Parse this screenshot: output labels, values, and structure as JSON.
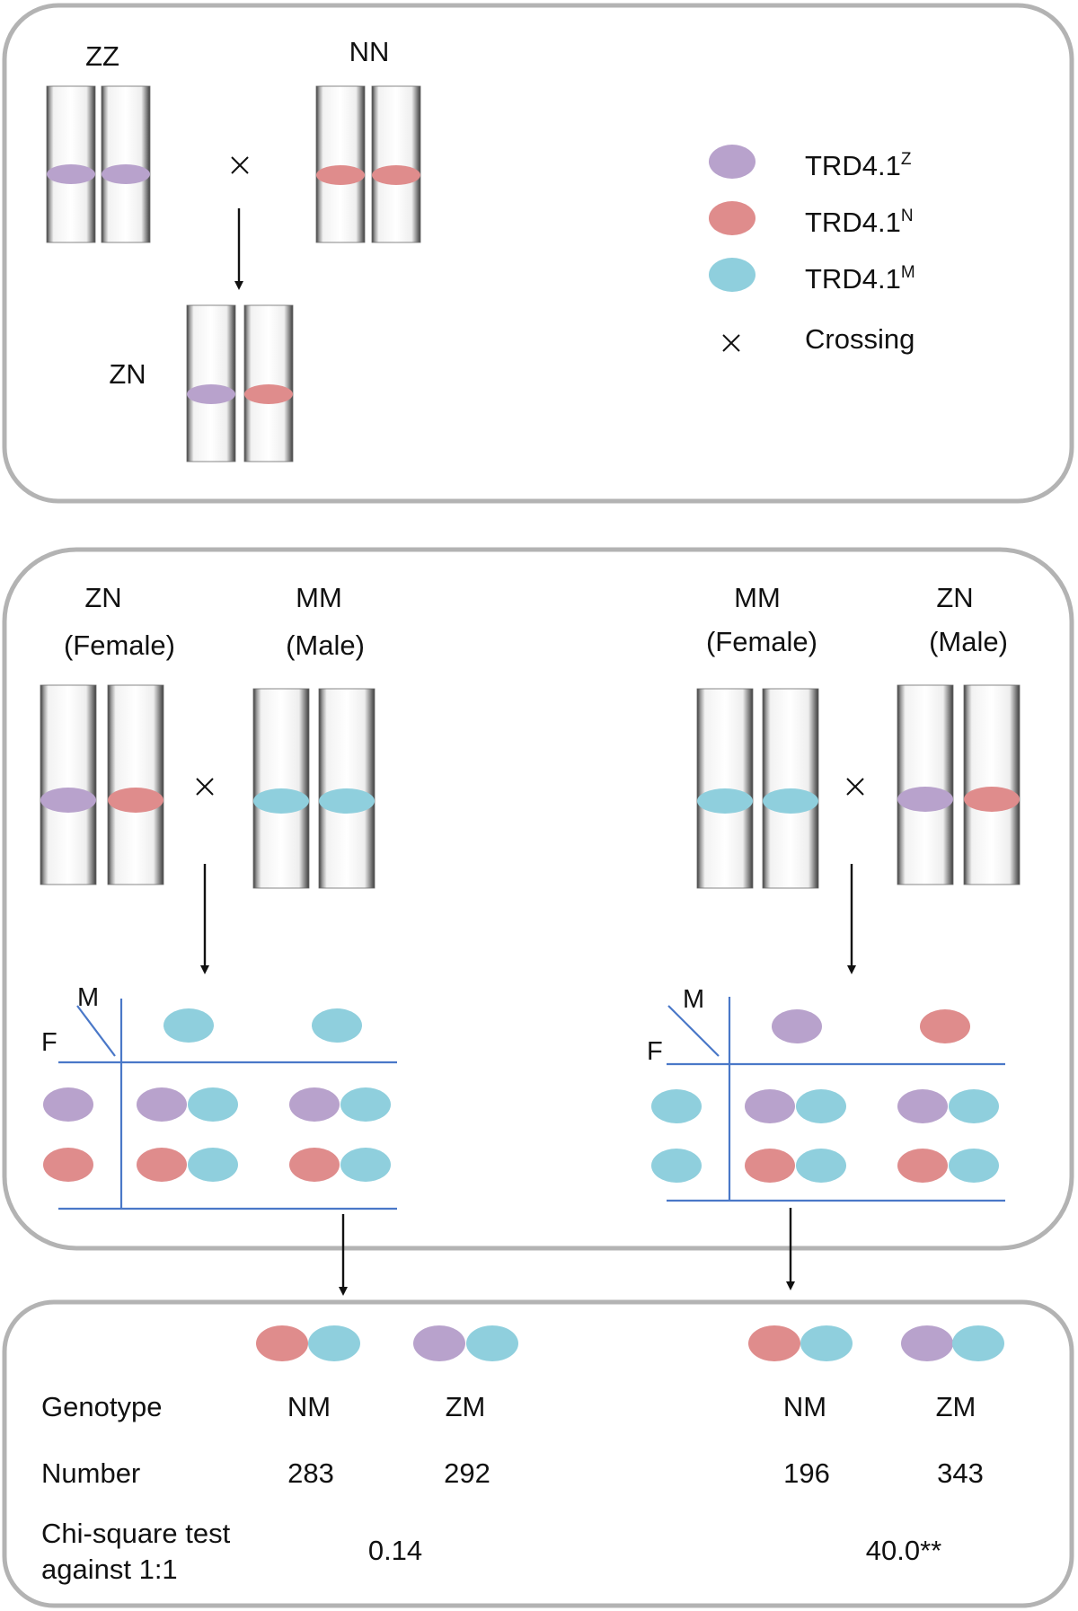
{
  "colors": {
    "allele_Z": "#b8a2cc",
    "allele_N": "#df8c8c",
    "allele_M": "#8fcfdd",
    "grid_line": "#4a78c8",
    "panel_border": "#b3b3b3"
  },
  "panel1": {
    "parent_left": "ZZ",
    "parent_right": "NN",
    "offspring": "ZN"
  },
  "legend": {
    "items": [
      {
        "base": "TRD4.1",
        "sup": "Z",
        "color": "allele_Z"
      },
      {
        "base": "TRD4.1",
        "sup": "N",
        "color": "allele_N"
      },
      {
        "base": "TRD4.1",
        "sup": "M",
        "color": "allele_M"
      }
    ],
    "crossing": "Crossing"
  },
  "panel2": {
    "left_cross": {
      "female_genotype": "ZN",
      "female_sex": "(Female)",
      "male_genotype": "MM",
      "male_sex": "(Male)",
      "grid_m": "M",
      "grid_f": "F"
    },
    "right_cross": {
      "female_genotype": "MM",
      "female_sex": "(Female)",
      "male_genotype": "ZN",
      "male_sex": "(Male)",
      "grid_m": "M",
      "grid_f": "F"
    }
  },
  "results": {
    "genotype_label": "Genotype",
    "number_label": "Number",
    "chi_label_line1": "Chi-square test",
    "chi_label_line2": "against 1:1",
    "left": {
      "g1": "NM",
      "g2": "ZM",
      "n1": "283",
      "n2": "292",
      "chi": "0.14"
    },
    "right": {
      "g1": "NM",
      "g2": "ZM",
      "n1": "196",
      "n2": "343",
      "chi": "40.0**"
    }
  }
}
